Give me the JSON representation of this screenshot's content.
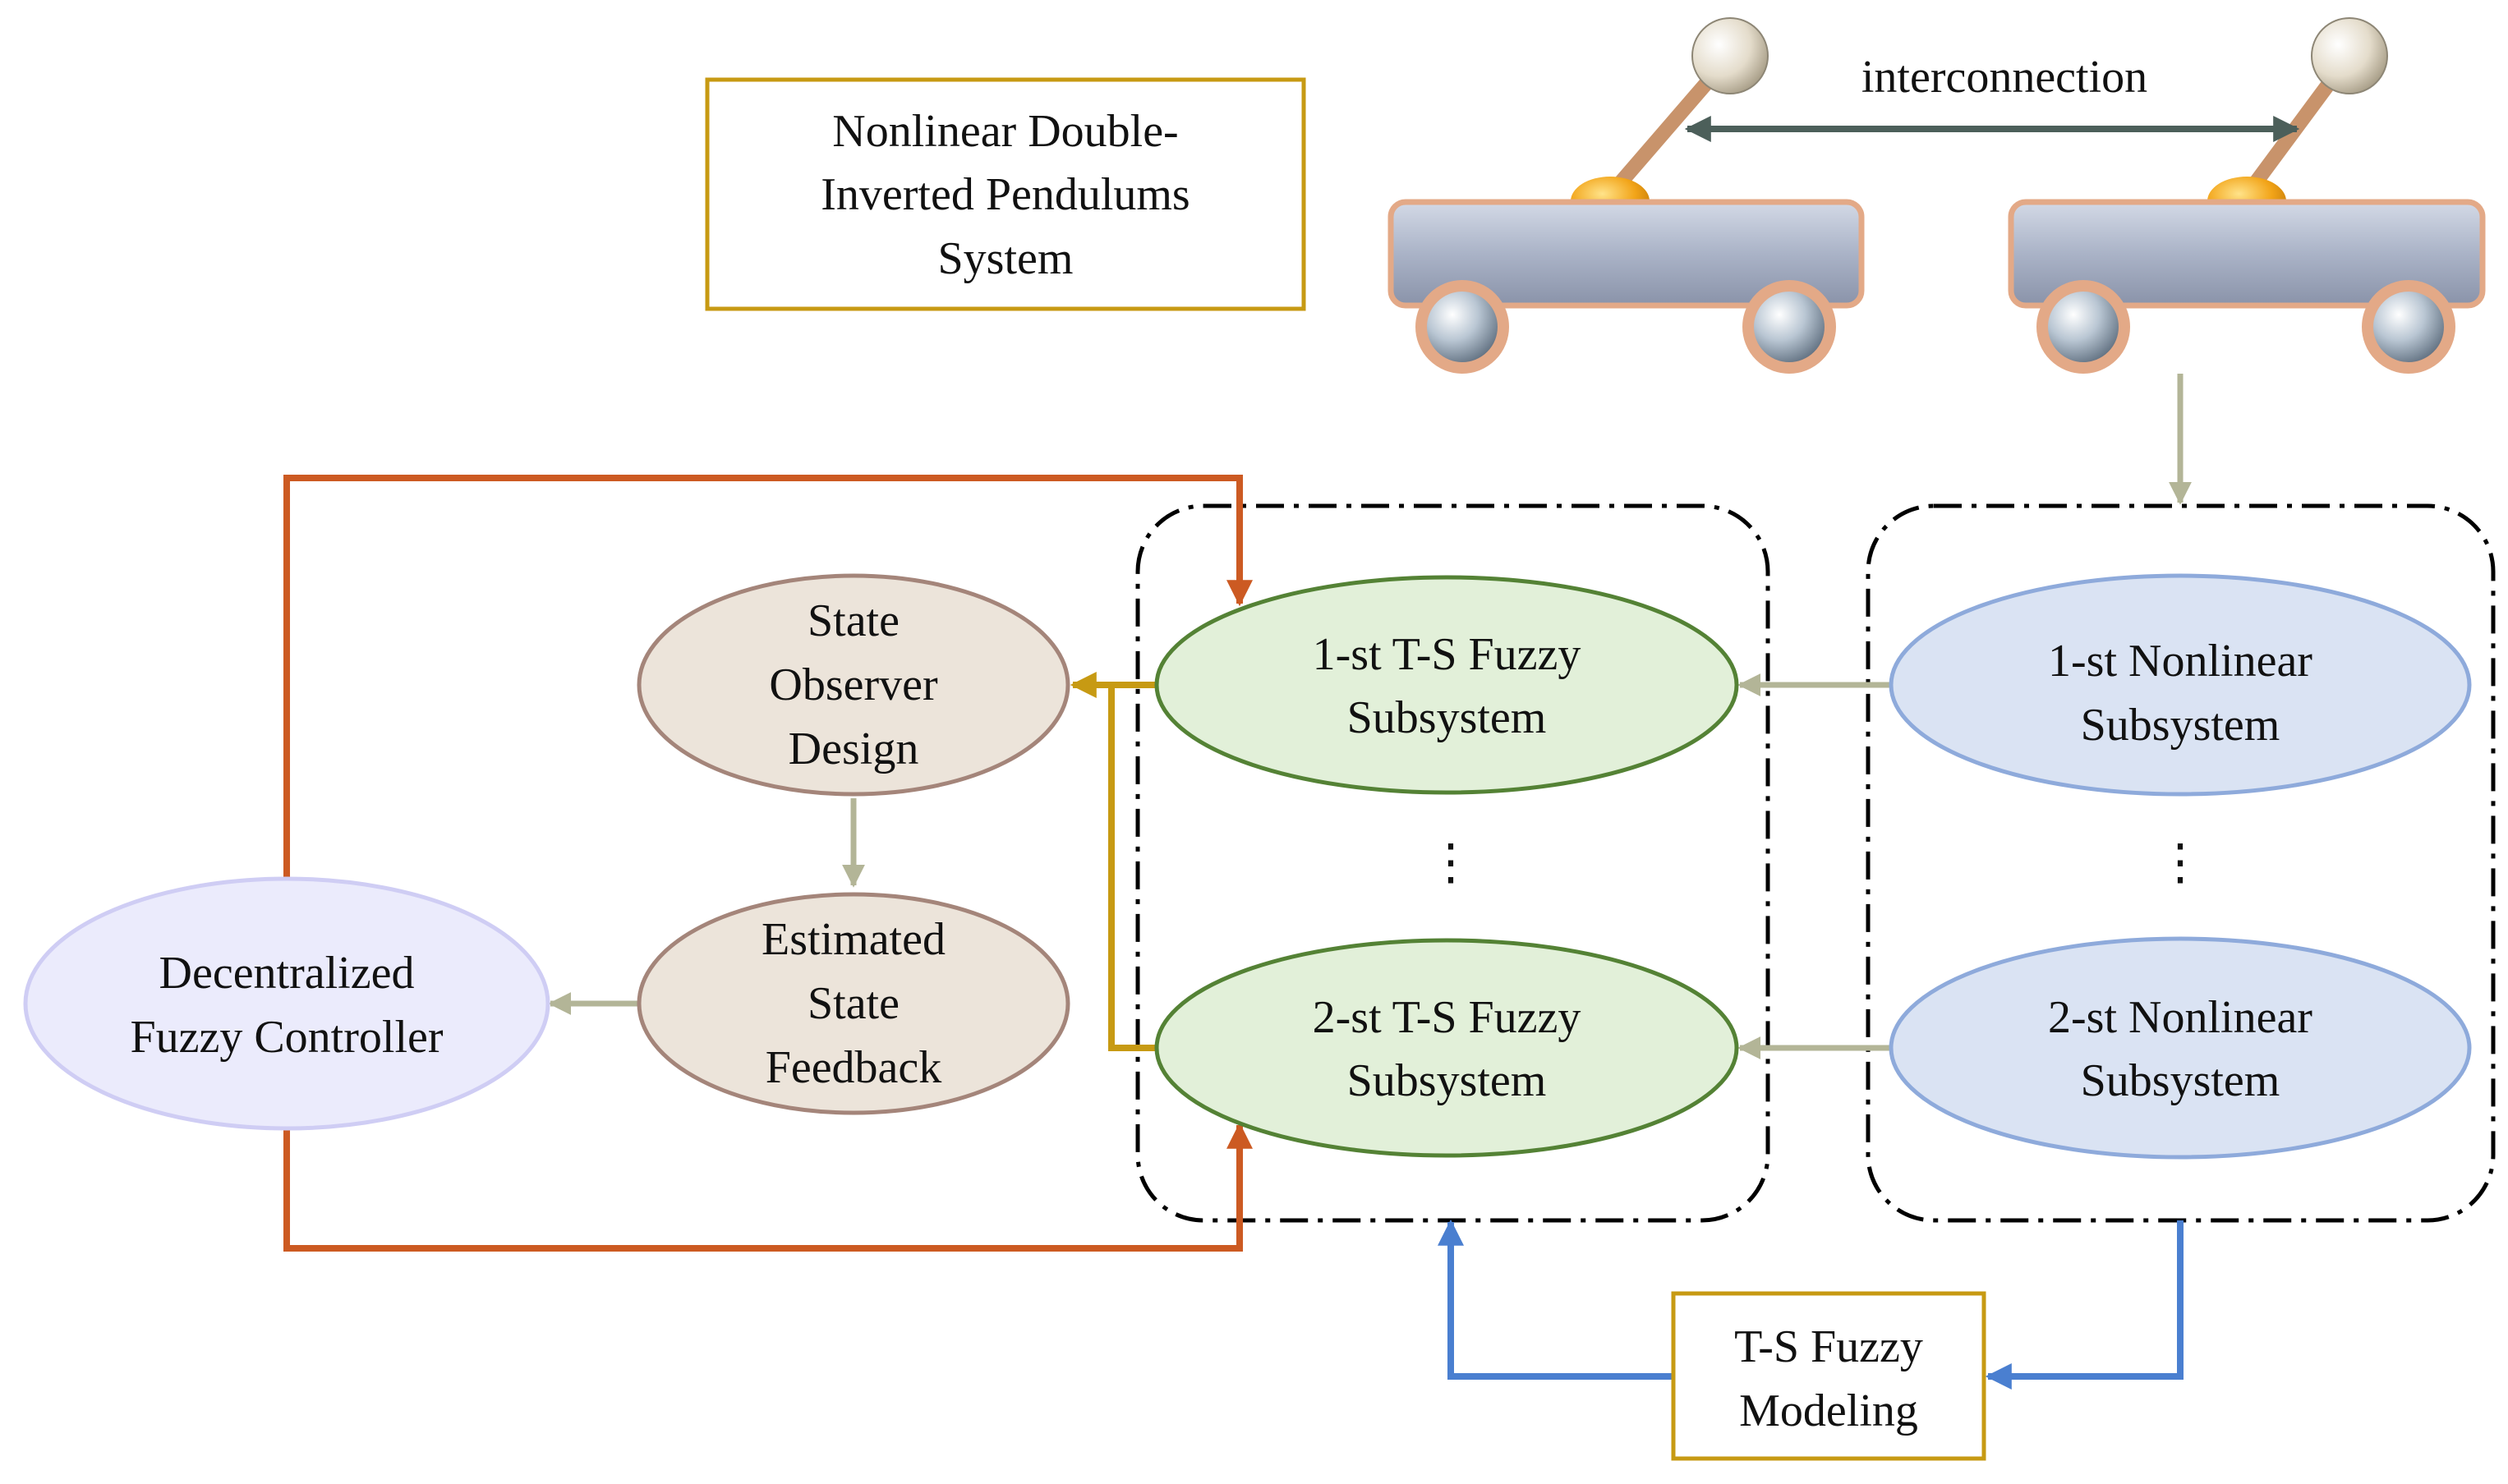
{
  "colors": {
    "orange": "#cc5a22",
    "gold": "#c79a13",
    "blue": "#4a7fd0",
    "grey_arrow": "#b3b597",
    "dark_arrow": "#4c5f5a",
    "green_fill": "#e2f0d9",
    "green_stroke": "#548235",
    "tan_fill": "#ece4da",
    "tan_stroke": "#a4857a",
    "blue_fill": "#dae3f3",
    "blue_stroke": "#8eaadb",
    "lavender_fill": "#ebebfc",
    "lavender_stroke": "#cfcdf4"
  },
  "system_box": {
    "lines": [
      "Nonlinear Double-",
      "Inverted Pendulums",
      "System"
    ]
  },
  "interconnection_label": "interconnection",
  "nodes": {
    "observer": {
      "lines": [
        "State",
        "Observer",
        "Design"
      ]
    },
    "feedback": {
      "lines": [
        "Estimated",
        "State",
        "Feedback"
      ]
    },
    "controller": {
      "lines": [
        "Decentralized",
        "Fuzzy Controller"
      ]
    },
    "fuzzy1": {
      "lines": [
        "1-st T-S Fuzzy",
        "Subsystem"
      ]
    },
    "fuzzy2": {
      "lines": [
        "2-st T-S Fuzzy",
        "Subsystem"
      ]
    },
    "nonlinear1": {
      "lines": [
        "1-st Nonlinear",
        "Subsystem"
      ]
    },
    "nonlinear2": {
      "lines": [
        "2-st Nonlinear",
        "Subsystem"
      ]
    }
  },
  "ellipsis": "⋮",
  "modeling_box": {
    "lines": [
      "T-S Fuzzy",
      "Modeling"
    ]
  }
}
